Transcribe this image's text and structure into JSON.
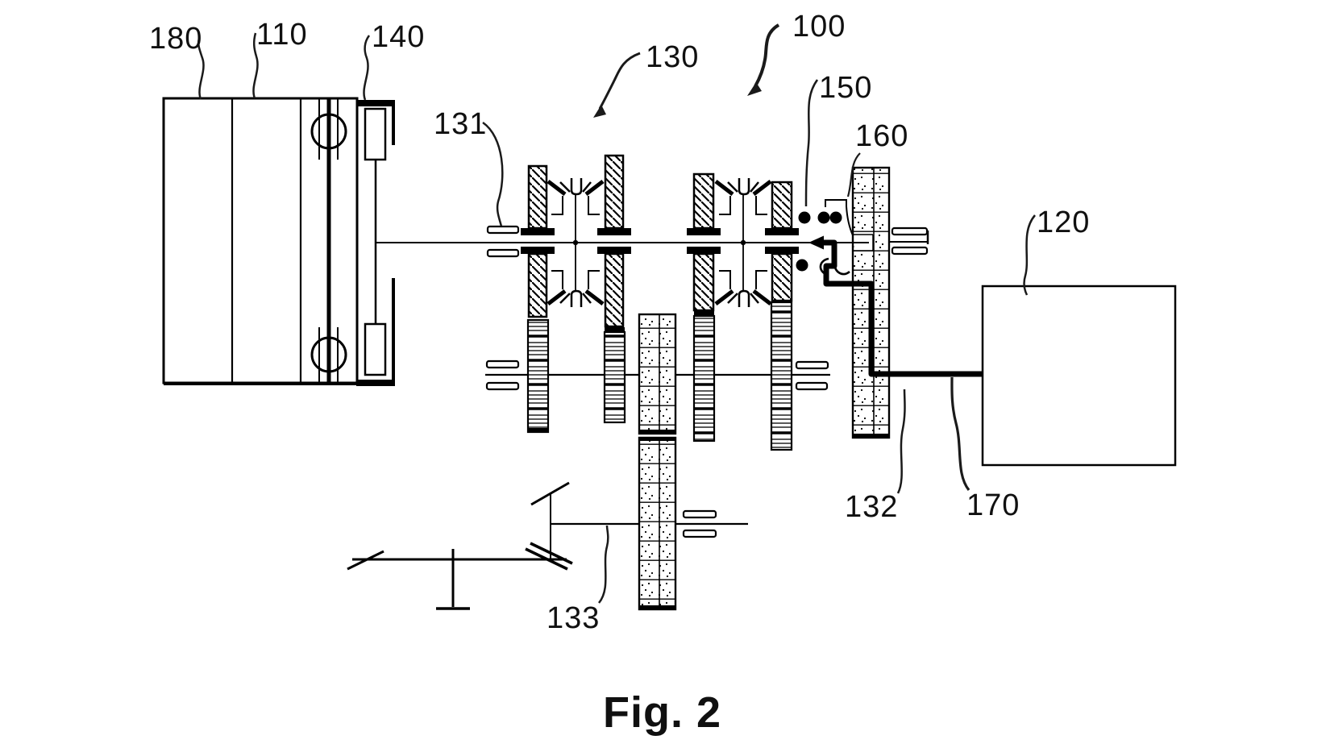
{
  "figure": {
    "caption": "Fig. 2",
    "background": "#ffffff",
    "ink": "#000000"
  },
  "reference_numerals": {
    "n100": "100",
    "n110": "110",
    "n120": "120",
    "n130": "130",
    "n131": "131",
    "n132": "132",
    "n133": "133",
    "n140": "140",
    "n150": "150",
    "n160": "160",
    "n170": "170",
    "n180": "180"
  }
}
